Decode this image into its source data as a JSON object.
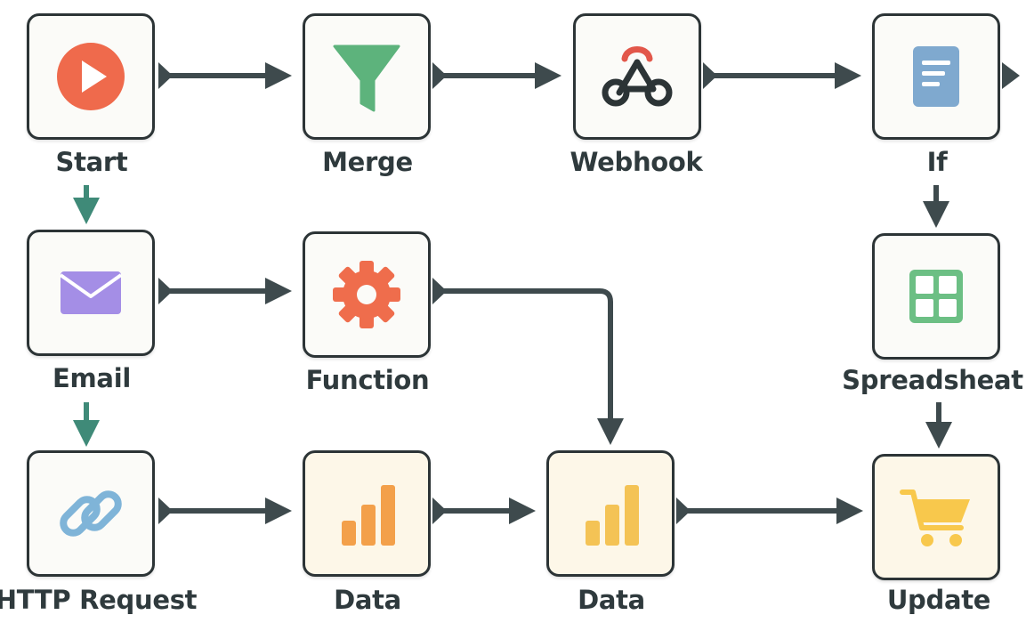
{
  "nodes": {
    "start": {
      "label": "Start"
    },
    "merge": {
      "label": "Merge"
    },
    "webhook": {
      "label": "Webhook"
    },
    "if": {
      "label": "If"
    },
    "email": {
      "label": "Email"
    },
    "function": {
      "label": "Function"
    },
    "spreadsheet": {
      "label": "Spreadsheat"
    },
    "http_request": {
      "label": "HTTP Request"
    },
    "data_1": {
      "label": "Data"
    },
    "data_2": {
      "label": "Data"
    },
    "update": {
      "label": "Update"
    }
  },
  "colors": {
    "connector": "#3e4a4d",
    "connector_teal": "#3f8a78",
    "start_icon": "#ef6a4c",
    "merge_icon": "#5db37c",
    "webhook_red": "#e2574a",
    "webhook_dark": "#2c3436",
    "if_icon": "#7fa9cf",
    "email_icon": "#a48ee6",
    "function_icon": "#ef6d4c",
    "spreadsheet_icon": "#6cbf84",
    "http_icon": "#7fb4d8",
    "data_1_icon": "#f3a04a",
    "data_2_icon": "#f4c355",
    "update_icon": "#f8c84c"
  },
  "icons": {
    "start": "play-icon",
    "merge": "funnel-icon",
    "webhook": "webhook-icon",
    "if": "document-icon",
    "email": "envelope-icon",
    "function": "gear-icon",
    "spreadsheet": "grid-icon",
    "http_request": "link-icon",
    "data_1": "bar-chart-icon",
    "data_2": "bar-chart-icon",
    "update": "cart-icon"
  }
}
